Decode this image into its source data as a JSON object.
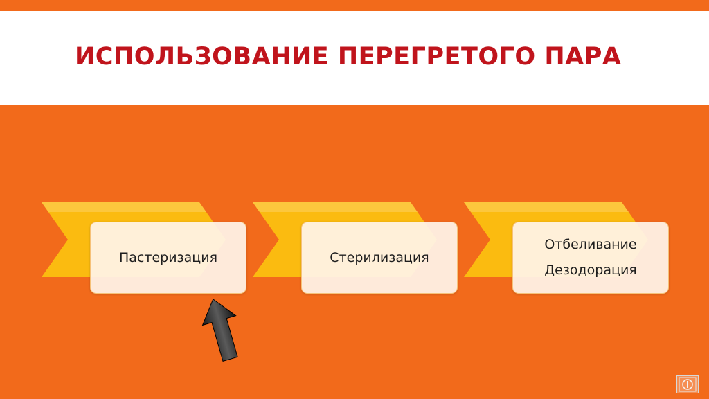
{
  "slide": {
    "title": "ИСПОЛЬЗОВАНИЕ ПЕРЕГРЕТОГО ПАРА",
    "colors": {
      "background": "#f26a1b",
      "title_band": "#ffffff",
      "title_text": "#c0141c",
      "chevron": "#fbbb10",
      "card": "#fff4e8"
    },
    "steps": [
      {
        "lines": [
          "Пастеризация"
        ]
      },
      {
        "lines": [
          "Стерилизация"
        ]
      },
      {
        "lines": [
          "Отбеливание",
          "Дезодорация"
        ]
      }
    ],
    "pointer": {
      "icon": "black-arrow-up-icon",
      "target": "step-1"
    },
    "navigation": {
      "button_icon": "slide-action-icon"
    }
  }
}
